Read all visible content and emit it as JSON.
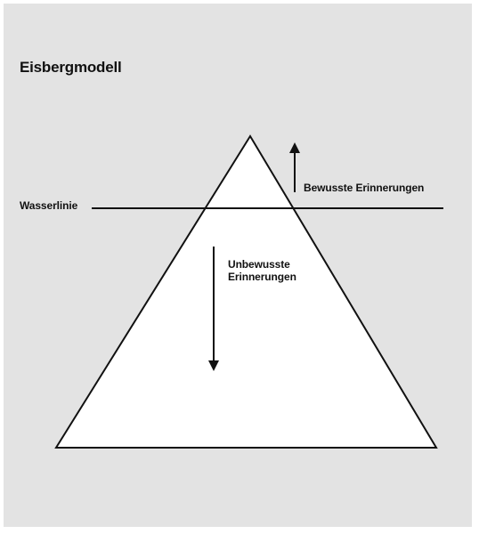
{
  "title": "Eisbergmodell",
  "labels": {
    "waterline": "Wasserlinie",
    "conscious": "Bewusste Erinnerungen",
    "unconscious_line1": "Unbewusste",
    "unconscious_line2": "Erinnerungen"
  },
  "colors": {
    "background": "#e3e3e3",
    "iceberg_fill": "#ffffff",
    "stroke": "#111111"
  }
}
